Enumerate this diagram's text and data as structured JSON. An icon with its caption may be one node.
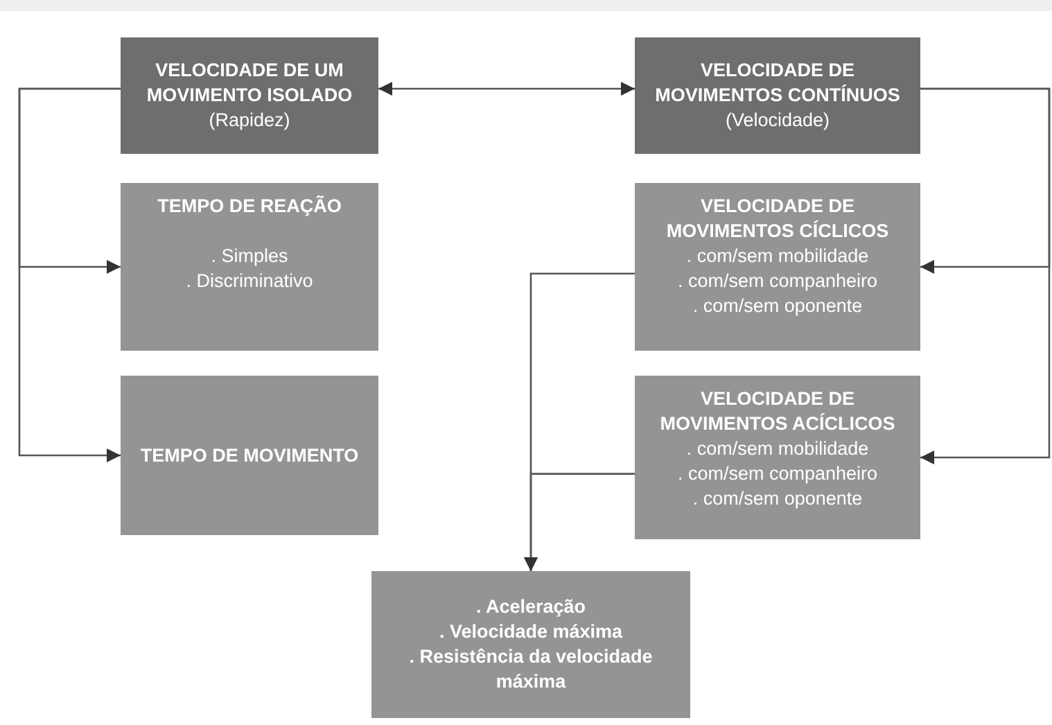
{
  "diagram": {
    "nodes": [
      {
        "text": [
          "VELOCIDADE DE UM MOVIMENTO ISOLADO",
          "(Rapidez)"
        ]
      },
      {
        "text": [
          "VELOCIDADE DE MOVIMENTOS CONTÍNUOS",
          "(Velocidade)"
        ]
      },
      {
        "text": [
          "TEMPO DE REAÇÃO",
          ". Simples",
          ". Discriminativo"
        ]
      },
      {
        "text": [
          "VELOCIDADE DE MOVIMENTOS CÍCLICOS",
          ". com/sem mobilidade",
          ". com/sem companheiro",
          ". com/sem oponente"
        ]
      },
      {
        "text": [
          "TEMPO DE MOVIMENTO"
        ]
      },
      {
        "text": [
          "VELOCIDADE DE MOVIMENTOS ACÍCLICOS",
          ". com/sem mobilidade",
          ". com/sem companheiro",
          ". com/sem oponente"
        ]
      },
      {
        "text": [
          ". Aceleração",
          ". Velocidade máxima",
          ". Resistência da velocidade máxima"
        ]
      }
    ],
    "edges": [
      {
        "from": 0,
        "to": 1,
        "arrow": "both"
      },
      {
        "from": 0,
        "to": 2,
        "arrow": "to"
      },
      {
        "from": 0,
        "to": 4,
        "arrow": "to"
      },
      {
        "from": 1,
        "to": 3,
        "arrow": "to"
      },
      {
        "from": 1,
        "to": 5,
        "arrow": "to"
      },
      {
        "from": 3,
        "to": 6,
        "arrow": "to"
      },
      {
        "from": 5,
        "to": 6,
        "arrow": "to"
      }
    ]
  }
}
